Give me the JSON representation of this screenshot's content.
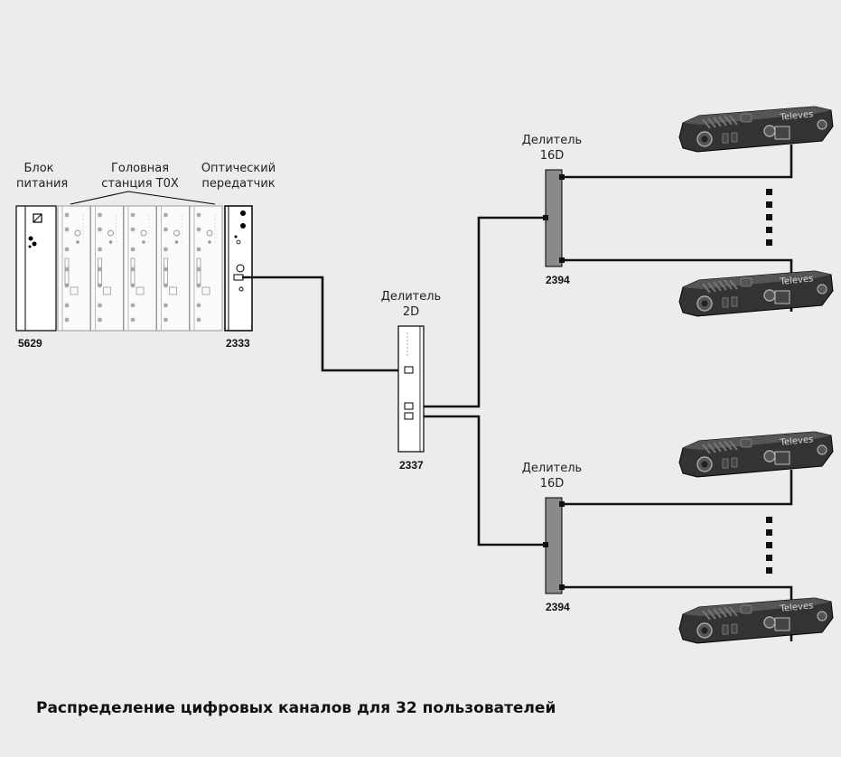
{
  "labels": {
    "power_supply": "Блок\nпитания",
    "headend": "Головная\nстанция T0X",
    "optical_tx": "Оптический\nпередатчик",
    "splitter_2d": "Делитель\n2D",
    "splitter_16d_top": "Делитель\n16D",
    "splitter_16d_bottom": "Делитель\n16D"
  },
  "codes": {
    "power_supply": "5629",
    "optical_tx": "2333",
    "splitter_2d": "2337",
    "splitter_16d_top": "2394",
    "splitter_16d_bottom": "2394"
  },
  "receiver_brand": "Televes",
  "caption": "Распределение цифровых каналов для 32 пользователей",
  "colors": {
    "background": "#ececec",
    "cable": "#111111",
    "splitter_16d": "#8a8a8a",
    "device": "#2a2a2a"
  }
}
